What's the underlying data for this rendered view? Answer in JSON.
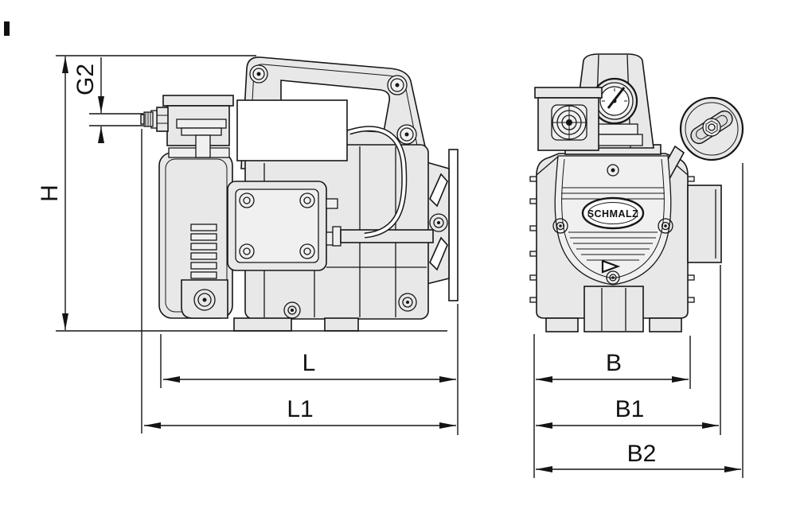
{
  "drawing": {
    "brand_badge": "SCHMALZ",
    "dimension_labels": {
      "H": "H",
      "G2": "G2",
      "L": "L",
      "L1": "L1",
      "B": "B",
      "B1": "B1",
      "B2": "B2"
    },
    "colors": {
      "line": "#161616",
      "part_fill": "#e8e8e8",
      "background": "#ffffff"
    }
  }
}
